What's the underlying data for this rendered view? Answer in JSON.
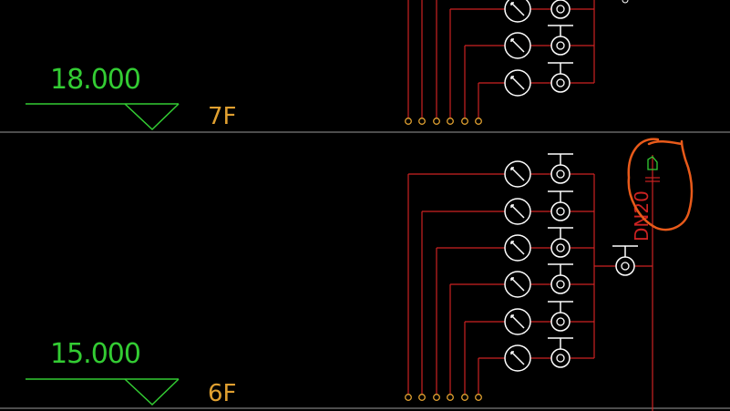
{
  "colors": {
    "background": "#000000",
    "pipe": "#cc2222",
    "fixture": "#ffffff",
    "elevation": "#33cc33",
    "floor_label": "#e0a030",
    "divider": "#9a9a9a",
    "markup": "#e85a1a"
  },
  "floors": [
    {
      "elevation": "18.000",
      "label": "7F"
    },
    {
      "elevation": "15.000",
      "label": "6F"
    }
  ],
  "pipe_label": "DN20",
  "icons": [
    "elevation-marker-icon",
    "gauge-icon",
    "valve-icon",
    "pipe-end-icon",
    "ball-valve-icon",
    "revision-cloud-icon"
  ]
}
